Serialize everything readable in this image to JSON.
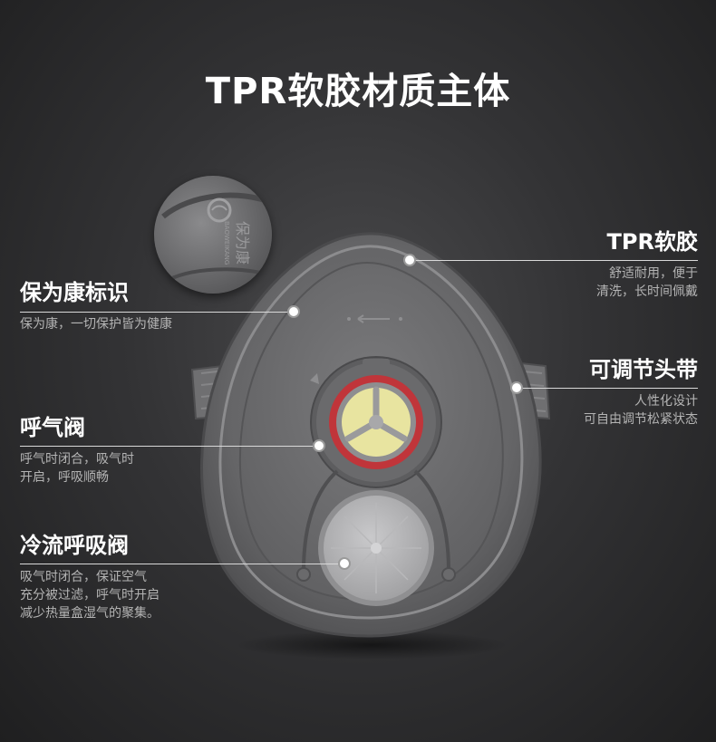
{
  "title": "TPR软胶材质主体",
  "logo_text": "保为康",
  "logo_text_en": "BAOWEIKANG",
  "features": {
    "brand_mark": {
      "heading": "保为康标识",
      "desc": [
        "保为康，一切保护皆为健康"
      ]
    },
    "exhale_valve": {
      "heading": "呼气阀",
      "desc": [
        "呼气时闭合，吸气时",
        "开启，呼吸顺畅"
      ]
    },
    "cold_flow_valve": {
      "heading": "冷流呼吸阀",
      "desc": [
        "吸气时闭合，保证空气",
        "充分被过滤，呼气时开启",
        "减少热量盒湿气的聚集。"
      ]
    },
    "tpr_soft": {
      "heading": "TPR软胶",
      "desc": [
        "舒适耐用，便于",
        "清洗，长时间佩戴"
      ]
    },
    "headband": {
      "heading": "可调节头带",
      "desc": [
        "人性化设计",
        "可自由调节松紧状态"
      ]
    }
  },
  "colors": {
    "background": "#2c2c2e",
    "mask_body": "#6e6e70",
    "valve_ring": "#c0353a",
    "filter_yellow": "#e8e4a0",
    "leader_line": "#d9d9d9"
  }
}
